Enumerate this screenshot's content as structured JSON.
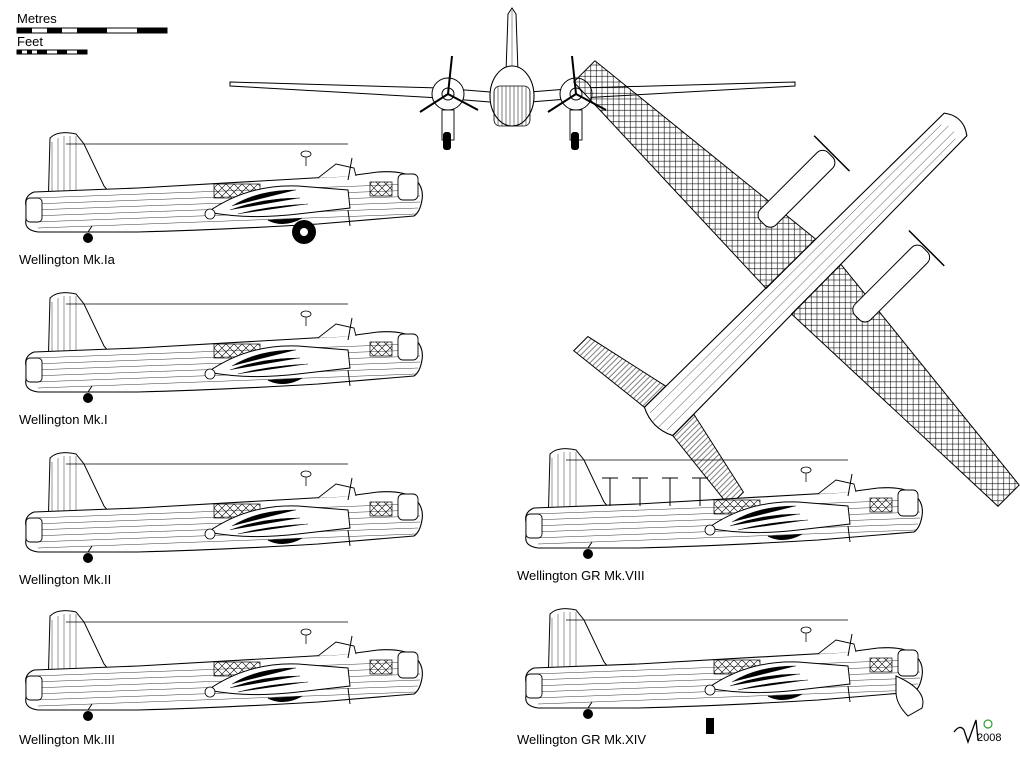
{
  "scale": {
    "metres_label": "Metres",
    "feet_label": "Feet"
  },
  "views": [
    {
      "label": "Wellington Mk.Ia"
    },
    {
      "label": "Wellington Mk.I"
    },
    {
      "label": "Wellington Mk.II"
    },
    {
      "label": "Wellington Mk.III"
    },
    {
      "label": "Wellington GR Mk.VIII"
    },
    {
      "label": "Wellington GR Mk.XIV"
    }
  ],
  "signature": {
    "year": "2008"
  },
  "colors": {
    "line": "#000000",
    "background": "#ffffff",
    "signature_accent": "#2e9e2e"
  }
}
